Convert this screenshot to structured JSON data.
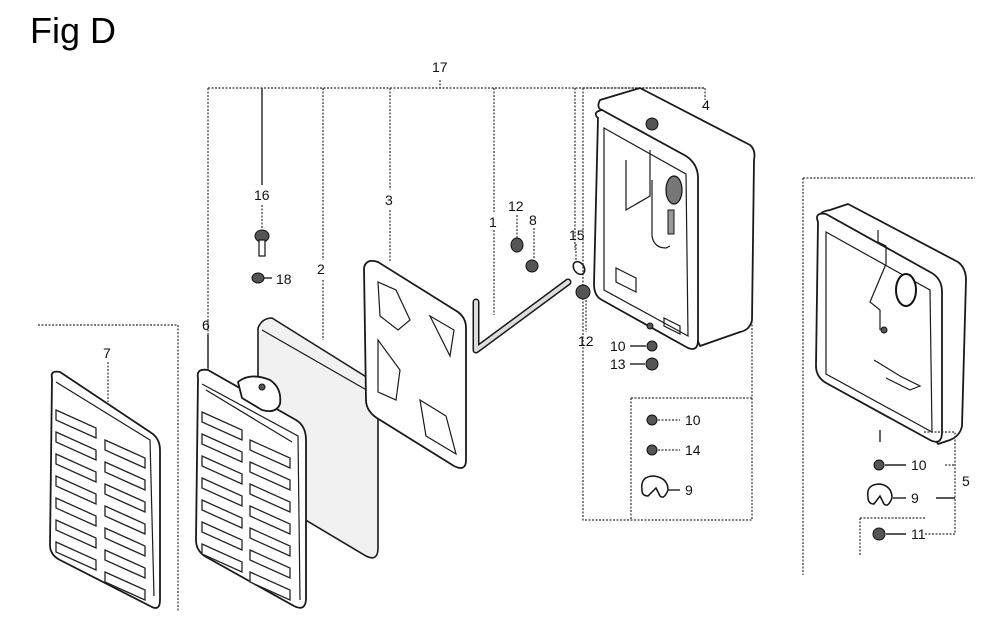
{
  "figure": {
    "title": "Fig D"
  },
  "callouts": {
    "c17": "17",
    "c4": "4",
    "c16": "16",
    "c18": "18",
    "c3": "3",
    "c2": "2",
    "c6": "6",
    "c7": "7",
    "c1": "1",
    "c12a": "12",
    "c8": "8",
    "c15": "15",
    "c12b": "12",
    "c10a": "10",
    "c13": "13",
    "c10b": "10",
    "c14": "14",
    "c9a": "9",
    "c5": "5",
    "c10c": "10",
    "c9b": "9",
    "c11": "11"
  },
  "parts": [
    {
      "id": "grille-outer",
      "callout": "7"
    },
    {
      "id": "grille-cover",
      "callout": "6"
    },
    {
      "id": "filter-element",
      "callout": "2"
    },
    {
      "id": "gasket",
      "callout": "3"
    },
    {
      "id": "breather-tube",
      "callout": "1"
    },
    {
      "id": "air-cleaner-case",
      "callout": "4"
    },
    {
      "id": "air-cleaner-case-alt",
      "callout": "5"
    },
    {
      "id": "bolt",
      "callout": "16"
    },
    {
      "id": "washer",
      "callout": "18"
    },
    {
      "id": "nut",
      "callout": "12"
    },
    {
      "id": "grommet",
      "callout": "8"
    },
    {
      "id": "clip",
      "callout": "15"
    },
    {
      "id": "washer-10",
      "callout": "10"
    },
    {
      "id": "nut-13",
      "callout": "13"
    },
    {
      "id": "washer-14",
      "callout": "14"
    },
    {
      "id": "clamp-9",
      "callout": "9"
    },
    {
      "id": "nut-11",
      "callout": "11"
    },
    {
      "id": "assembly",
      "callout": "17"
    }
  ]
}
